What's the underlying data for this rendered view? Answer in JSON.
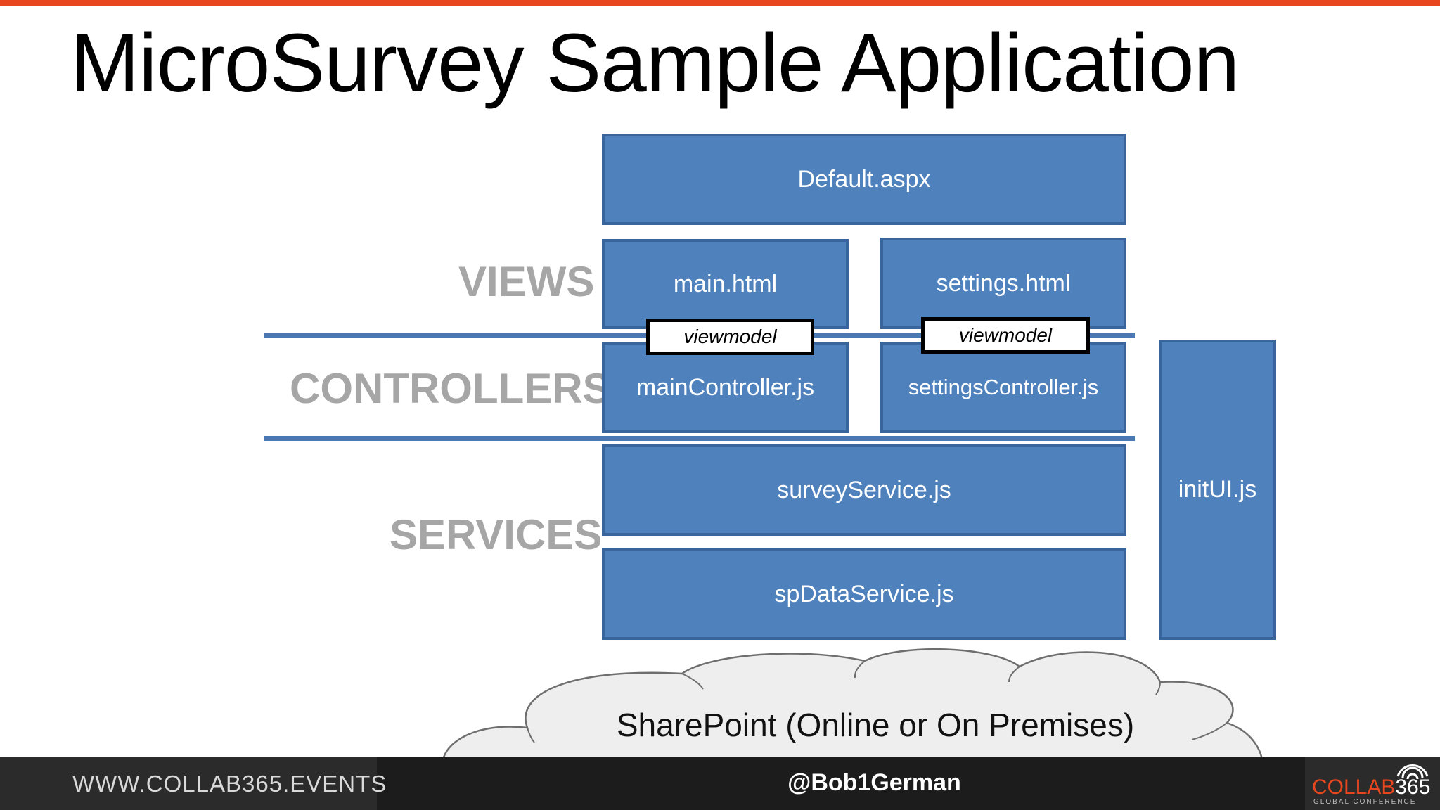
{
  "title": "MicroSurvey Sample Application",
  "layers": {
    "views": "VIEWS",
    "controllers": "CONTROLLERS",
    "services": "SERVICES"
  },
  "boxes": {
    "default": "Default.aspx",
    "main_html": "main.html",
    "settings_html": "settings.html",
    "main_controller": "mainController.js",
    "settings_controller": "settingsController.js",
    "survey_service": "surveyService.js",
    "sp_data_service": "spDataService.js",
    "init_ui": "initUI.js"
  },
  "viewmodel_label": "viewmodel",
  "cloud_label": "SharePoint (Online or On Premises)",
  "footer": {
    "website": "WWW.COLLAB365.EVENTS",
    "handle": "@Bob1German",
    "logo_part1": "COLLAB",
    "logo_part2": "365",
    "logo_sub": "GLOBAL CONFERENCE"
  },
  "colors": {
    "accent": "#e8461e",
    "box_fill": "#4f81bd",
    "box_border": "#3a659c",
    "layer_label": "#a6a6a6"
  }
}
